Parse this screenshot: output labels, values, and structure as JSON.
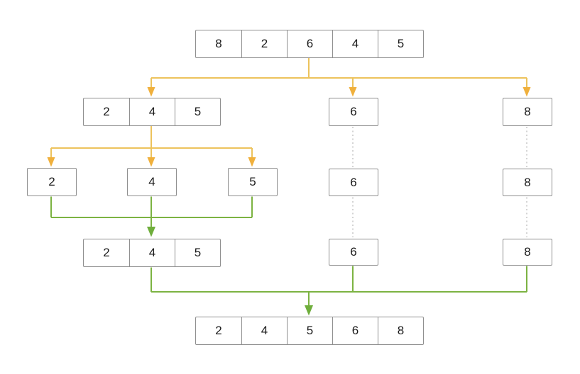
{
  "colors": {
    "split_line": "#edc35c",
    "split_arrow": "#f0b03c",
    "merge_line": "#7cb342",
    "merge_arrow": "#6fae3c",
    "dotted": "#c9c9c9",
    "box_border": "#8f8f8f",
    "text": "#1a1a1a",
    "background": "#ffffff"
  },
  "nodes": [
    {
      "id": "root",
      "cells": [
        "8",
        "2",
        "6",
        "4",
        "5"
      ]
    },
    {
      "id": "split-left",
      "cells": [
        "2",
        "4",
        "5"
      ]
    },
    {
      "id": "split-mid",
      "cells": [
        "6"
      ]
    },
    {
      "id": "split-right",
      "cells": [
        "8"
      ]
    },
    {
      "id": "leaf-2",
      "cells": [
        "2"
      ]
    },
    {
      "id": "leaf-4",
      "cells": [
        "4"
      ]
    },
    {
      "id": "leaf-5",
      "cells": [
        "5"
      ]
    },
    {
      "id": "pass-6-a",
      "cells": [
        "6"
      ]
    },
    {
      "id": "pass-8-a",
      "cells": [
        "8"
      ]
    },
    {
      "id": "merged-left",
      "cells": [
        "2",
        "4",
        "5"
      ]
    },
    {
      "id": "pass-6-b",
      "cells": [
        "6"
      ]
    },
    {
      "id": "pass-8-b",
      "cells": [
        "8"
      ]
    },
    {
      "id": "result",
      "cells": [
        "2",
        "4",
        "5",
        "6",
        "8"
      ]
    }
  ]
}
